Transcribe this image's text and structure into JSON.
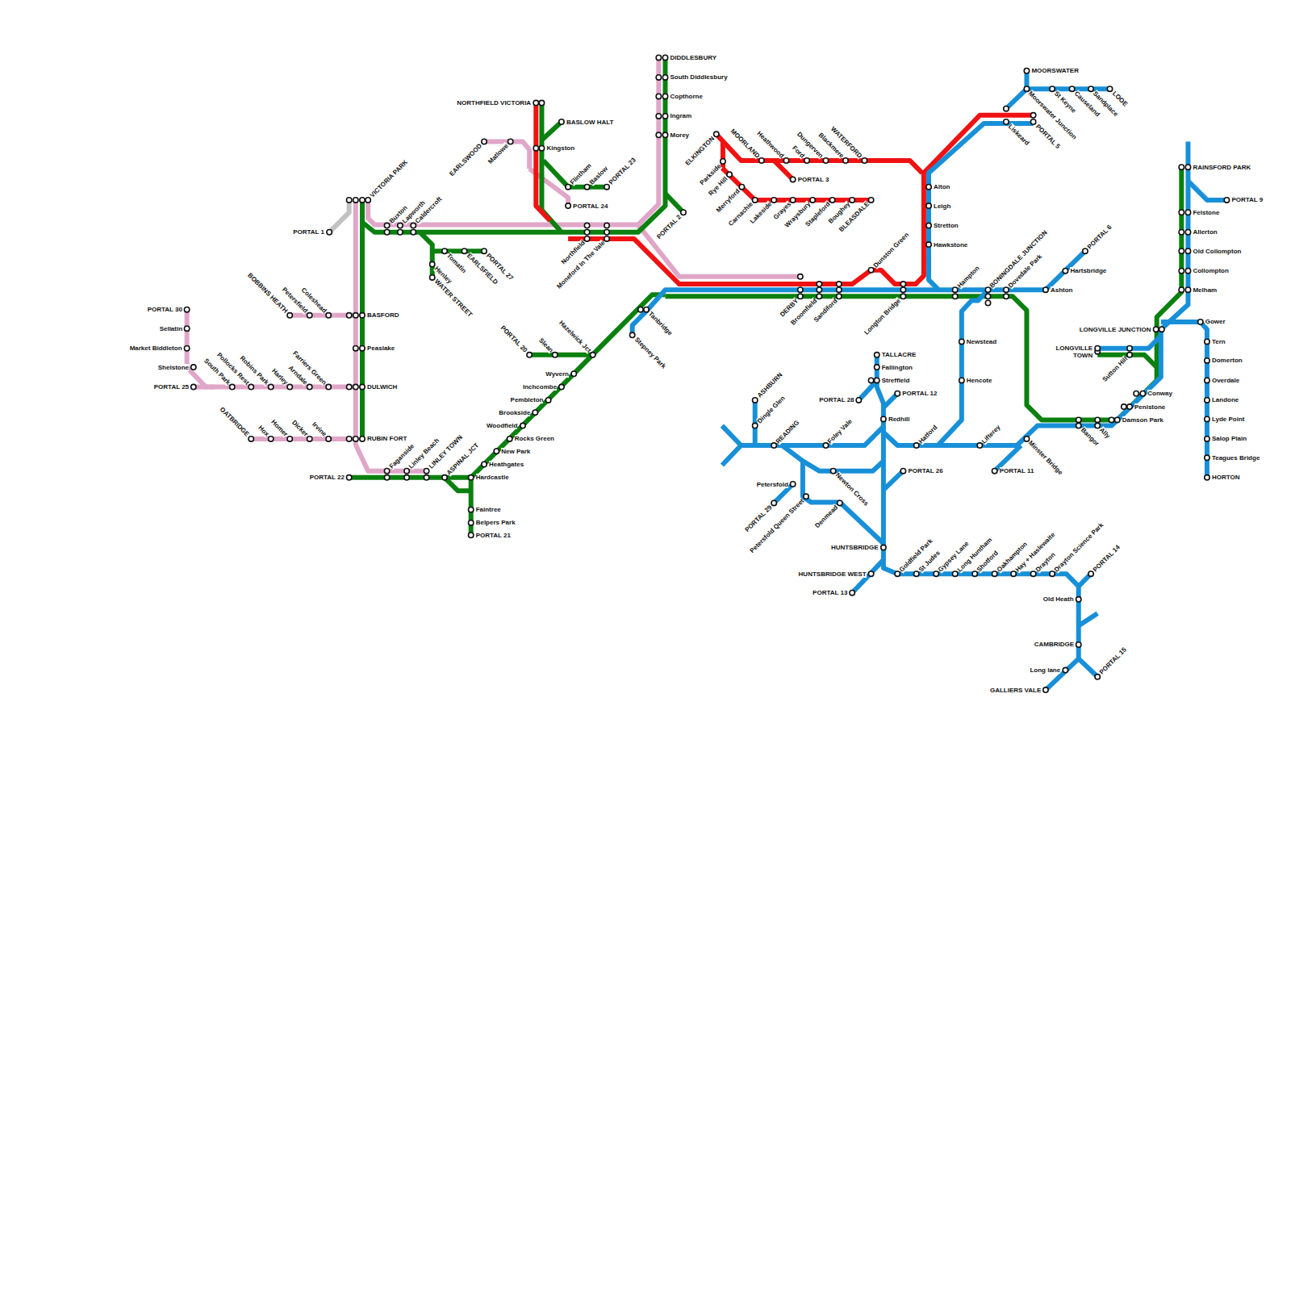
{
  "diagram": {
    "labels": [
      "PORTAL 1",
      "VICTORIA PARK",
      "Buxton",
      "Lapworth",
      "Caldercroft",
      "EARLSWOOD",
      "Matlowe",
      "NORTHFIELD VICTORIA",
      "BASLOW HALT",
      "Kingston",
      "Flintham",
      "Baslow",
      "PORTAL 23",
      "PORTAL 24",
      "Northfield",
      "Moneford In The Vale",
      "DIDDLESBURY",
      "South Diddlesbury",
      "Copthorne",
      "Ingram",
      "Morey",
      "PORTAL 2",
      "Tomatin",
      "EARLSFIELD",
      "PORTAL 27",
      "Henley",
      "WATER STREET",
      "BOBBINS HEATH",
      "Petersfield",
      "Coleshead",
      "BASFORD",
      "Peaslake",
      "PORTAL 30",
      "Sellatin",
      "Market Biddleton",
      "Shelstone",
      "PORTAL 25",
      "South Park",
      "Pollocks Rest",
      "Robins Park",
      "Harley",
      "Arndale",
      "Farriers Green",
      "DULWICH",
      "OATBRIDGE",
      "Hox",
      "Homer",
      "Dicker",
      "Irvine",
      "RUBIN FORT",
      "Faganside",
      "Linley Beach",
      "LINLEY TOWN",
      "ASPINAL JCT",
      "PORTAL 22",
      "Hardcastle",
      "Faintree",
      "Belpers Park",
      "PORTAL 21",
      "PORTAL 20",
      "Slean",
      "Hazelwick Jct",
      "Wyvern",
      "Inchcombe",
      "Pembleton",
      "Brookside",
      "Woodfield",
      "Rocks Green",
      "New Park",
      "Heathgates",
      "Tanbridge",
      "Stepney Park",
      "ELKINGTON",
      "MOORLAND",
      "Heathwood",
      "Ford",
      "Dungerven",
      "Blackmere",
      "WATERFORD",
      "PORTAL 3",
      "Parkside",
      "Rye Hill",
      "Merryford",
      "Carnachie",
      "Lakeside",
      "Grayes",
      "Wraysbury",
      "Stapleford",
      "Boughey",
      "BLEASDALE",
      "DERBY",
      "Broomfield",
      "Sandiford",
      "Dunston Green",
      "Longton Bridge",
      "Alton",
      "Leigh",
      "Stretton",
      "Hawkstone",
      "Hampton",
      "BONINGDALE JUNCTION",
      "Dovedale Park",
      "Ashton",
      "Hartsbridge",
      "PORTAL 6",
      "MOORSWATER",
      "Moorswater Junction",
      "St Keyne",
      "Causeland",
      "Sandplace",
      "LOOE",
      "Liskeard",
      "PORTAL 5",
      "Newstead",
      "Hencote",
      "TALLACRE",
      "Fallington",
      "Streffield",
      "PORTAL 28",
      "PORTAL 12",
      "Redhill",
      "ASHBURN",
      "Dingle Glen",
      "READING",
      "Foley Vale",
      "Hatford",
      "Lifterey",
      "Minster Bridge",
      "PORTAL 11",
      "PORTAL 26",
      "Petersfold",
      "PORTAL 29",
      "Petersfold Queen Street",
      "Newton Cross",
      "Denmead",
      "HUNTSBRIDGE",
      "HUNTSBRIDGE WEST",
      "PORTAL 13",
      "Goldfield Park",
      "St Judes",
      "Gypsey Lane",
      "Long Huntham",
      "Shotford",
      "Oakhampton",
      "Hay + Haslewaite",
      "Drayton",
      "Drayton Science Park",
      "PORTAL 14",
      "Old Heath",
      "CAMBRIDGE",
      "Long lane",
      "GALLIERS VALE",
      "PORTAL 15",
      "RAINSFORD PARK",
      "Felstone",
      "Allerton",
      "Old Collompton",
      "Collompton",
      "Melham",
      "PORTAL 9",
      "LONGVILLE JUNCTION",
      "Gower",
      "Tern",
      "Domerton",
      "Overdale",
      "Landone",
      "Lyde Point",
      "Salop Plain",
      "Teagues Bridge",
      "HORTON",
      "LONGVILLE TOWN",
      "Sutton Hill",
      "Conway",
      "Penistone",
      "Damson Park",
      "Bangor",
      "Ally"
    ]
  }
}
